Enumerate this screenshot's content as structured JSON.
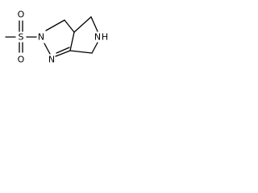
{
  "molecule": {
    "atoms": {
      "sulfur": "S",
      "oxygen_top": "O",
      "oxygen_bottom": "O",
      "nitrogen_2": "N",
      "nitrogen_1": "N",
      "amine_nitrogen": "N",
      "amine_hydrogen": "H"
    },
    "colors": {
      "bond": "#000000",
      "label": "#000000",
      "background": "#ffffff"
    }
  }
}
